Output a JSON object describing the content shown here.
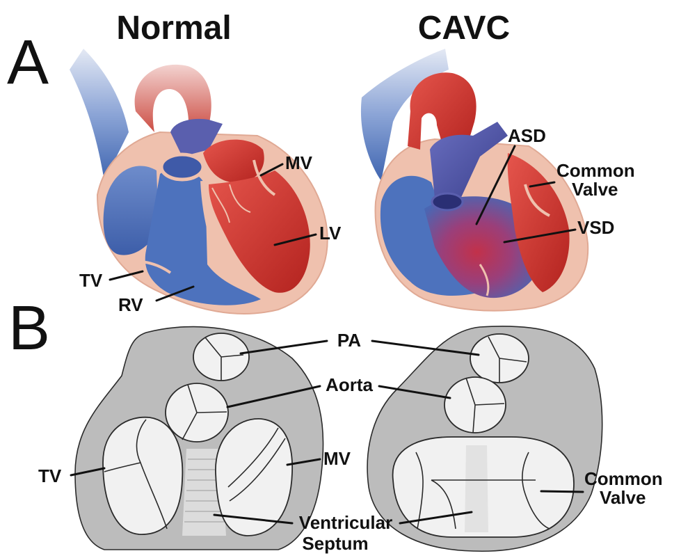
{
  "titles": {
    "normal": "Normal",
    "cavc": "CAVC"
  },
  "panels": {
    "a": "A",
    "b": "B"
  },
  "panel_a": {
    "normal_labels": {
      "mv": "MV",
      "lv": "LV",
      "tv": "TV",
      "rv": "RV"
    },
    "cavc_labels": {
      "asd": "ASD",
      "common_valve_line1": "Common",
      "common_valve_line2": "Valve",
      "vsd": "VSD"
    }
  },
  "panel_b": {
    "pa": "PA",
    "aorta": "Aorta",
    "tv": "TV",
    "mv": "MV",
    "septum_line1": "Ventricular",
    "septum_line2": "Septum",
    "common_valve_line1": "Common",
    "common_valve_line2": "Valve"
  },
  "colors": {
    "oxygenated": "#c8302b",
    "deoxygenated": "#4a6fb5",
    "tissue": "#efc1ae",
    "chamber_shade": "#b9b9b9",
    "valve_fill": "#f1f1f1"
  }
}
